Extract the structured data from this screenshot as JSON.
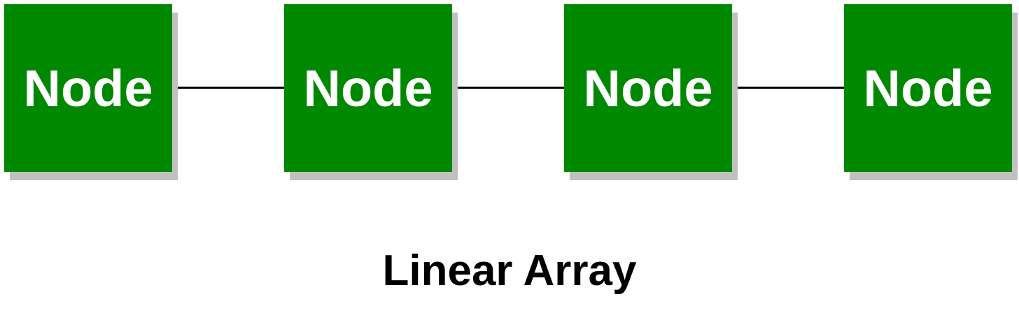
{
  "diagram": {
    "nodes": [
      {
        "label": "Node"
      },
      {
        "label": "Node"
      },
      {
        "label": "Node"
      },
      {
        "label": "Node"
      }
    ],
    "caption": "Linear Array",
    "colors": {
      "node_fill": "#008800",
      "node_text": "#ffffff",
      "shadow": "#c0c0c0",
      "connector": "#000000"
    }
  }
}
